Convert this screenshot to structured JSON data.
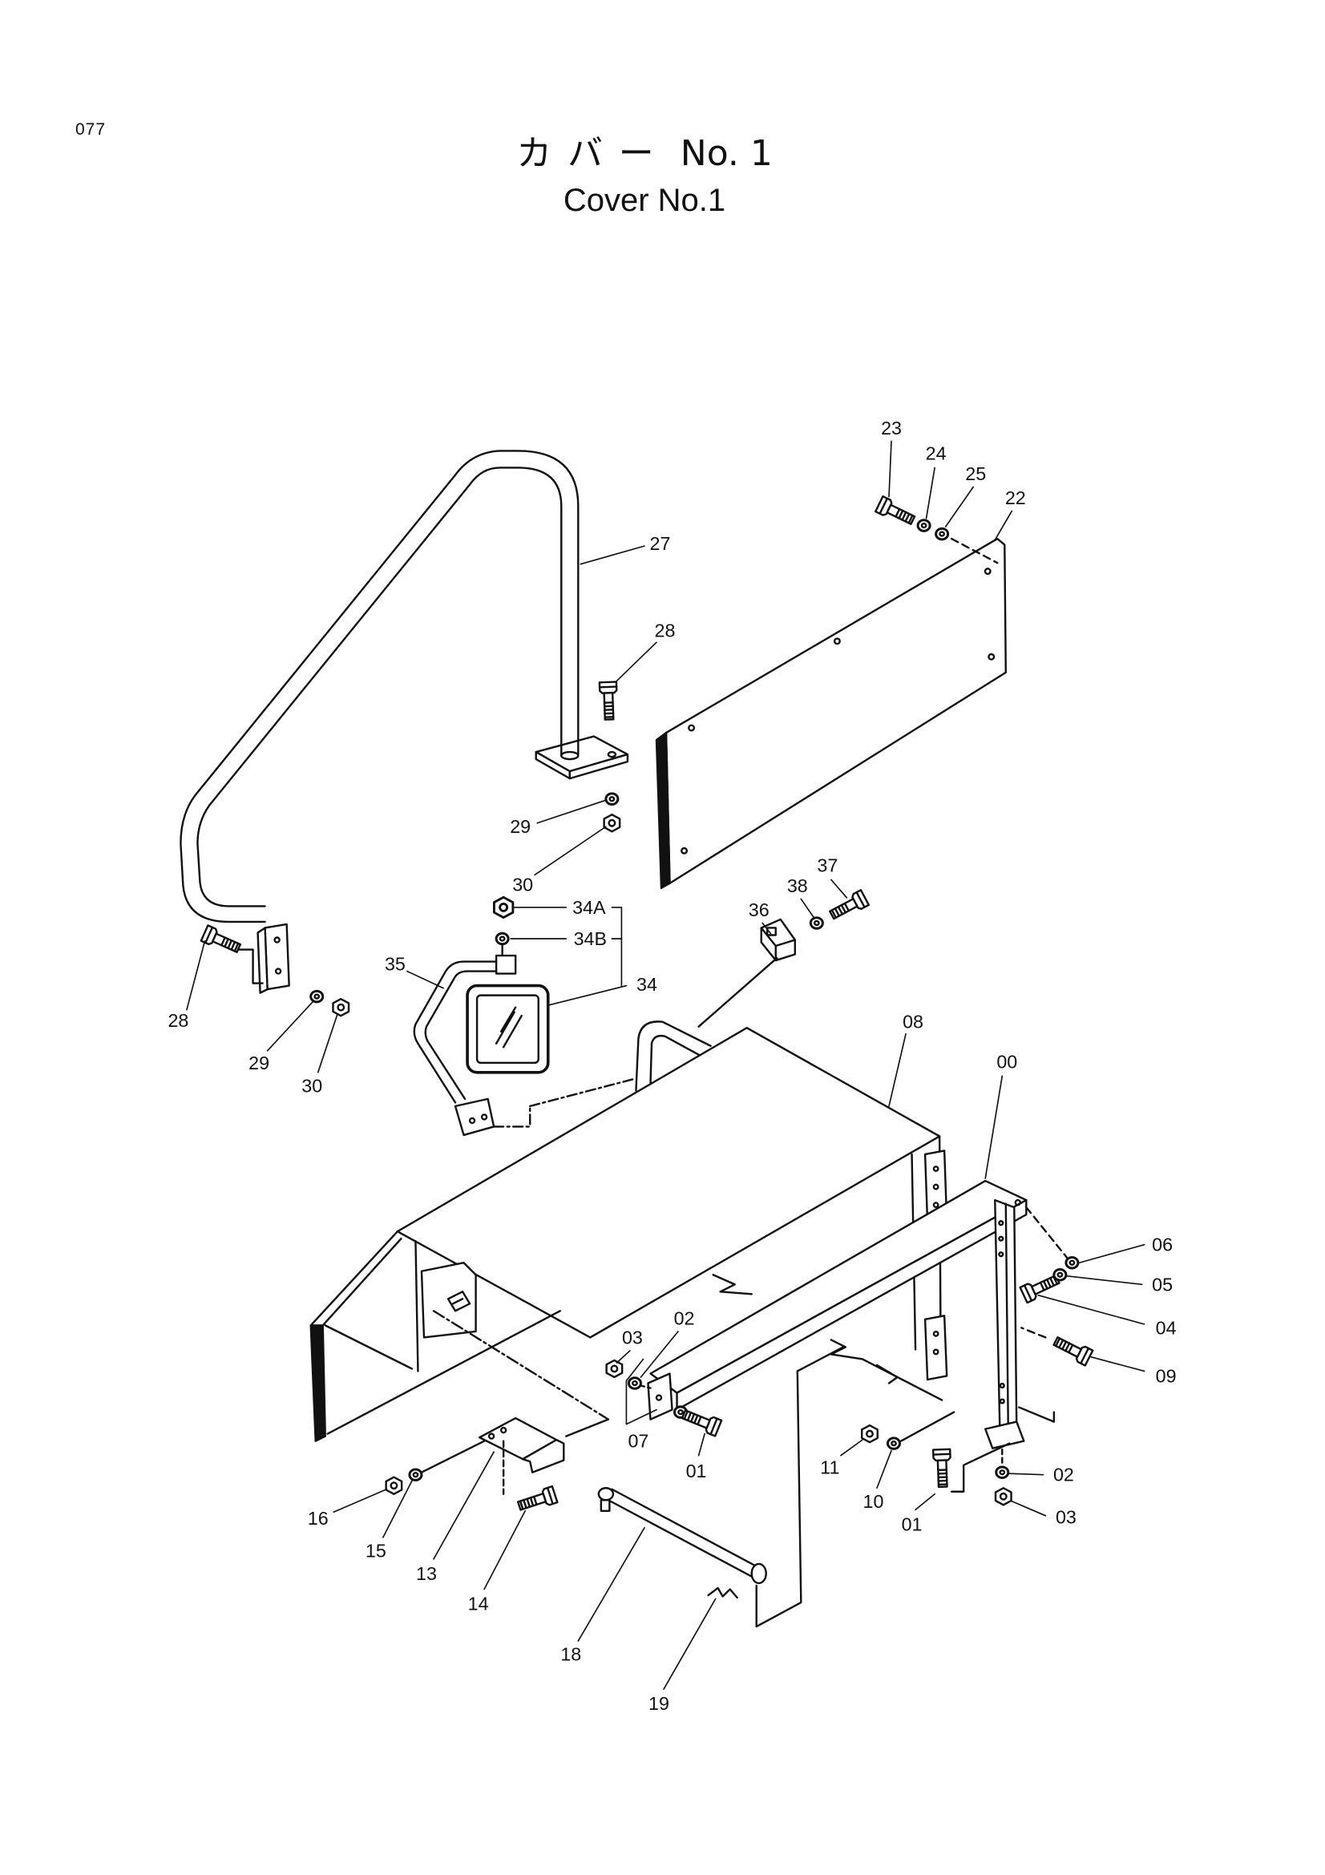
{
  "page": {
    "number": "077"
  },
  "header": {
    "title_jp": "カバー",
    "title_no": "No. 1",
    "subtitle": "Cover No.1"
  },
  "callouts": {
    "p23": "23",
    "p24": "24",
    "p25": "25",
    "p22": "22",
    "p27": "27",
    "p28_upper": "28",
    "p29_upper": "29",
    "p30_upper": "30",
    "p34a": "34A",
    "p34b": "34B",
    "p34": "34",
    "p35": "35",
    "p36": "36",
    "p38": "38",
    "p37": "37",
    "p28_left": "28",
    "p29_left": "29",
    "p30_left": "30",
    "p08": "08",
    "p00": "00",
    "p06": "06",
    "p05": "05",
    "p04": "04",
    "p09": "09",
    "p03_left": "03",
    "p02_left": "02",
    "p07": "07",
    "p01_left": "01",
    "p11": "11",
    "p10": "10",
    "p01_right": "01",
    "p02_right": "02",
    "p03_right": "03",
    "p16": "16",
    "p15": "15",
    "p13": "13",
    "p14": "14",
    "p18": "18",
    "p19": "19"
  }
}
